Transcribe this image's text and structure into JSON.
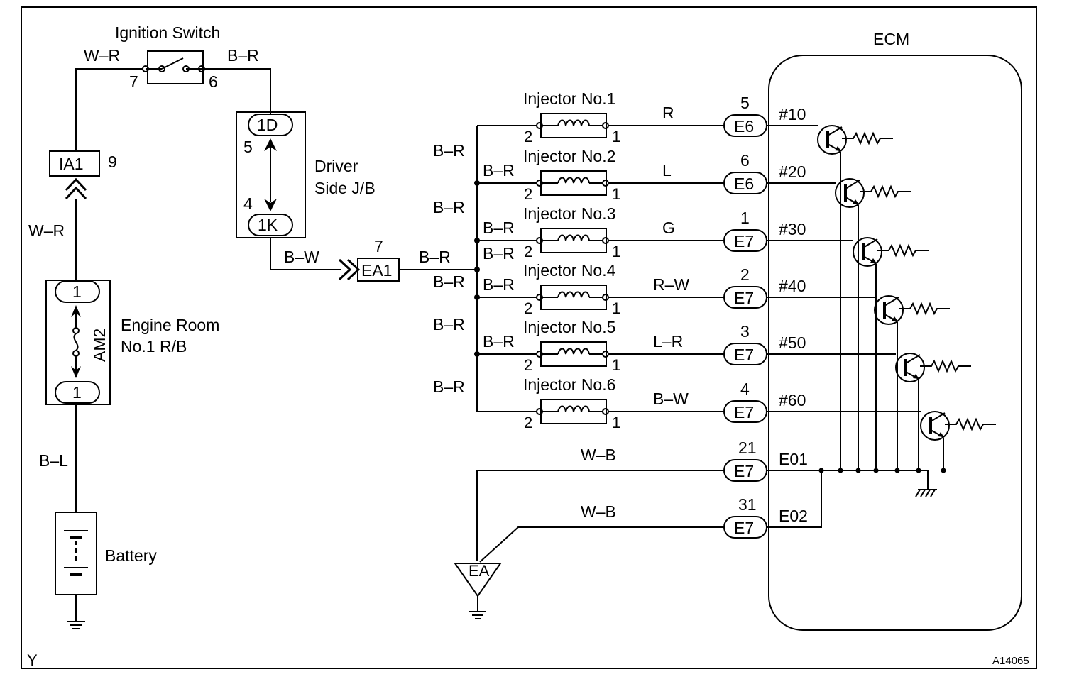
{
  "components": {
    "ignition_switch": {
      "title": "Ignition Switch",
      "pin_left": "7",
      "pin_right": "6"
    },
    "ia1": {
      "label": "IA1",
      "pin": "9"
    },
    "engine_room_rb": {
      "line1": "Engine Room",
      "line2": "No.1 R/B",
      "fuse": "AM2",
      "top_pin": "1",
      "bottom_pin": "1"
    },
    "battery": {
      "label": "Battery"
    },
    "driver_jb": {
      "line1": "Driver",
      "line2": "Side J/B",
      "top_conn": "1D",
      "top_pin": "5",
      "bottom_conn": "1K",
      "bottom_pin": "4"
    },
    "ea1": {
      "label": "EA1",
      "pin": "7"
    },
    "ecm": {
      "title": "ECM"
    },
    "ground_ea": {
      "label": "EA"
    }
  },
  "wires": {
    "w_r_top": "W–R",
    "b_r_top": "B–R",
    "w_r_side": "W–R",
    "b_l": "B–L",
    "b_w": "B–W",
    "b_r_ea1": "B–R"
  },
  "injectors": [
    {
      "name": "Injector No.1",
      "pin_a": "2",
      "pin_b": "1",
      "wire": "R",
      "pin": "5",
      "conn": "E6",
      "terminal": "#10",
      "bus_label": "B–R",
      "branch_label": ""
    },
    {
      "name": "Injector No.2",
      "pin_a": "2",
      "pin_b": "1",
      "wire": "L",
      "pin": "6",
      "conn": "E6",
      "terminal": "#20",
      "bus_label": "B–R",
      "branch_label": "B–R"
    },
    {
      "name": "Injector No.3",
      "pin_a": "2",
      "pin_b": "1",
      "wire": "G",
      "pin": "1",
      "conn": "E7",
      "terminal": "#30",
      "bus_label": "",
      "branch_label": "B–R"
    },
    {
      "name": "Injector No.4",
      "pin_a": "2",
      "pin_b": "1",
      "wire": "R–W",
      "pin": "2",
      "conn": "E7",
      "terminal": "#40",
      "bus_label": "B–R",
      "branch_label": "B–R"
    },
    {
      "name": "Injector No.5",
      "pin_a": "2",
      "pin_b": "1",
      "wire": "L–R",
      "pin": "3",
      "conn": "E7",
      "terminal": "#50",
      "bus_label": "B–R",
      "branch_label": "B–R"
    },
    {
      "name": "Injector No.6",
      "pin_a": "2",
      "pin_b": "1",
      "wire": "B–W",
      "pin": "4",
      "conn": "E7",
      "terminal": "#60",
      "bus_label": "B–R",
      "branch_label": ""
    }
  ],
  "ea1_bus": {
    "upper_label": "B–R",
    "lower_label": "B–R",
    "junction_label": "B–R"
  },
  "grounds": [
    {
      "wire": "W–B",
      "pin": "21",
      "conn": "E7",
      "terminal": "E01"
    },
    {
      "wire": "W–B",
      "pin": "31",
      "conn": "E7",
      "terminal": "E02"
    }
  ],
  "footer": {
    "left": "Y",
    "right": "A14065"
  }
}
